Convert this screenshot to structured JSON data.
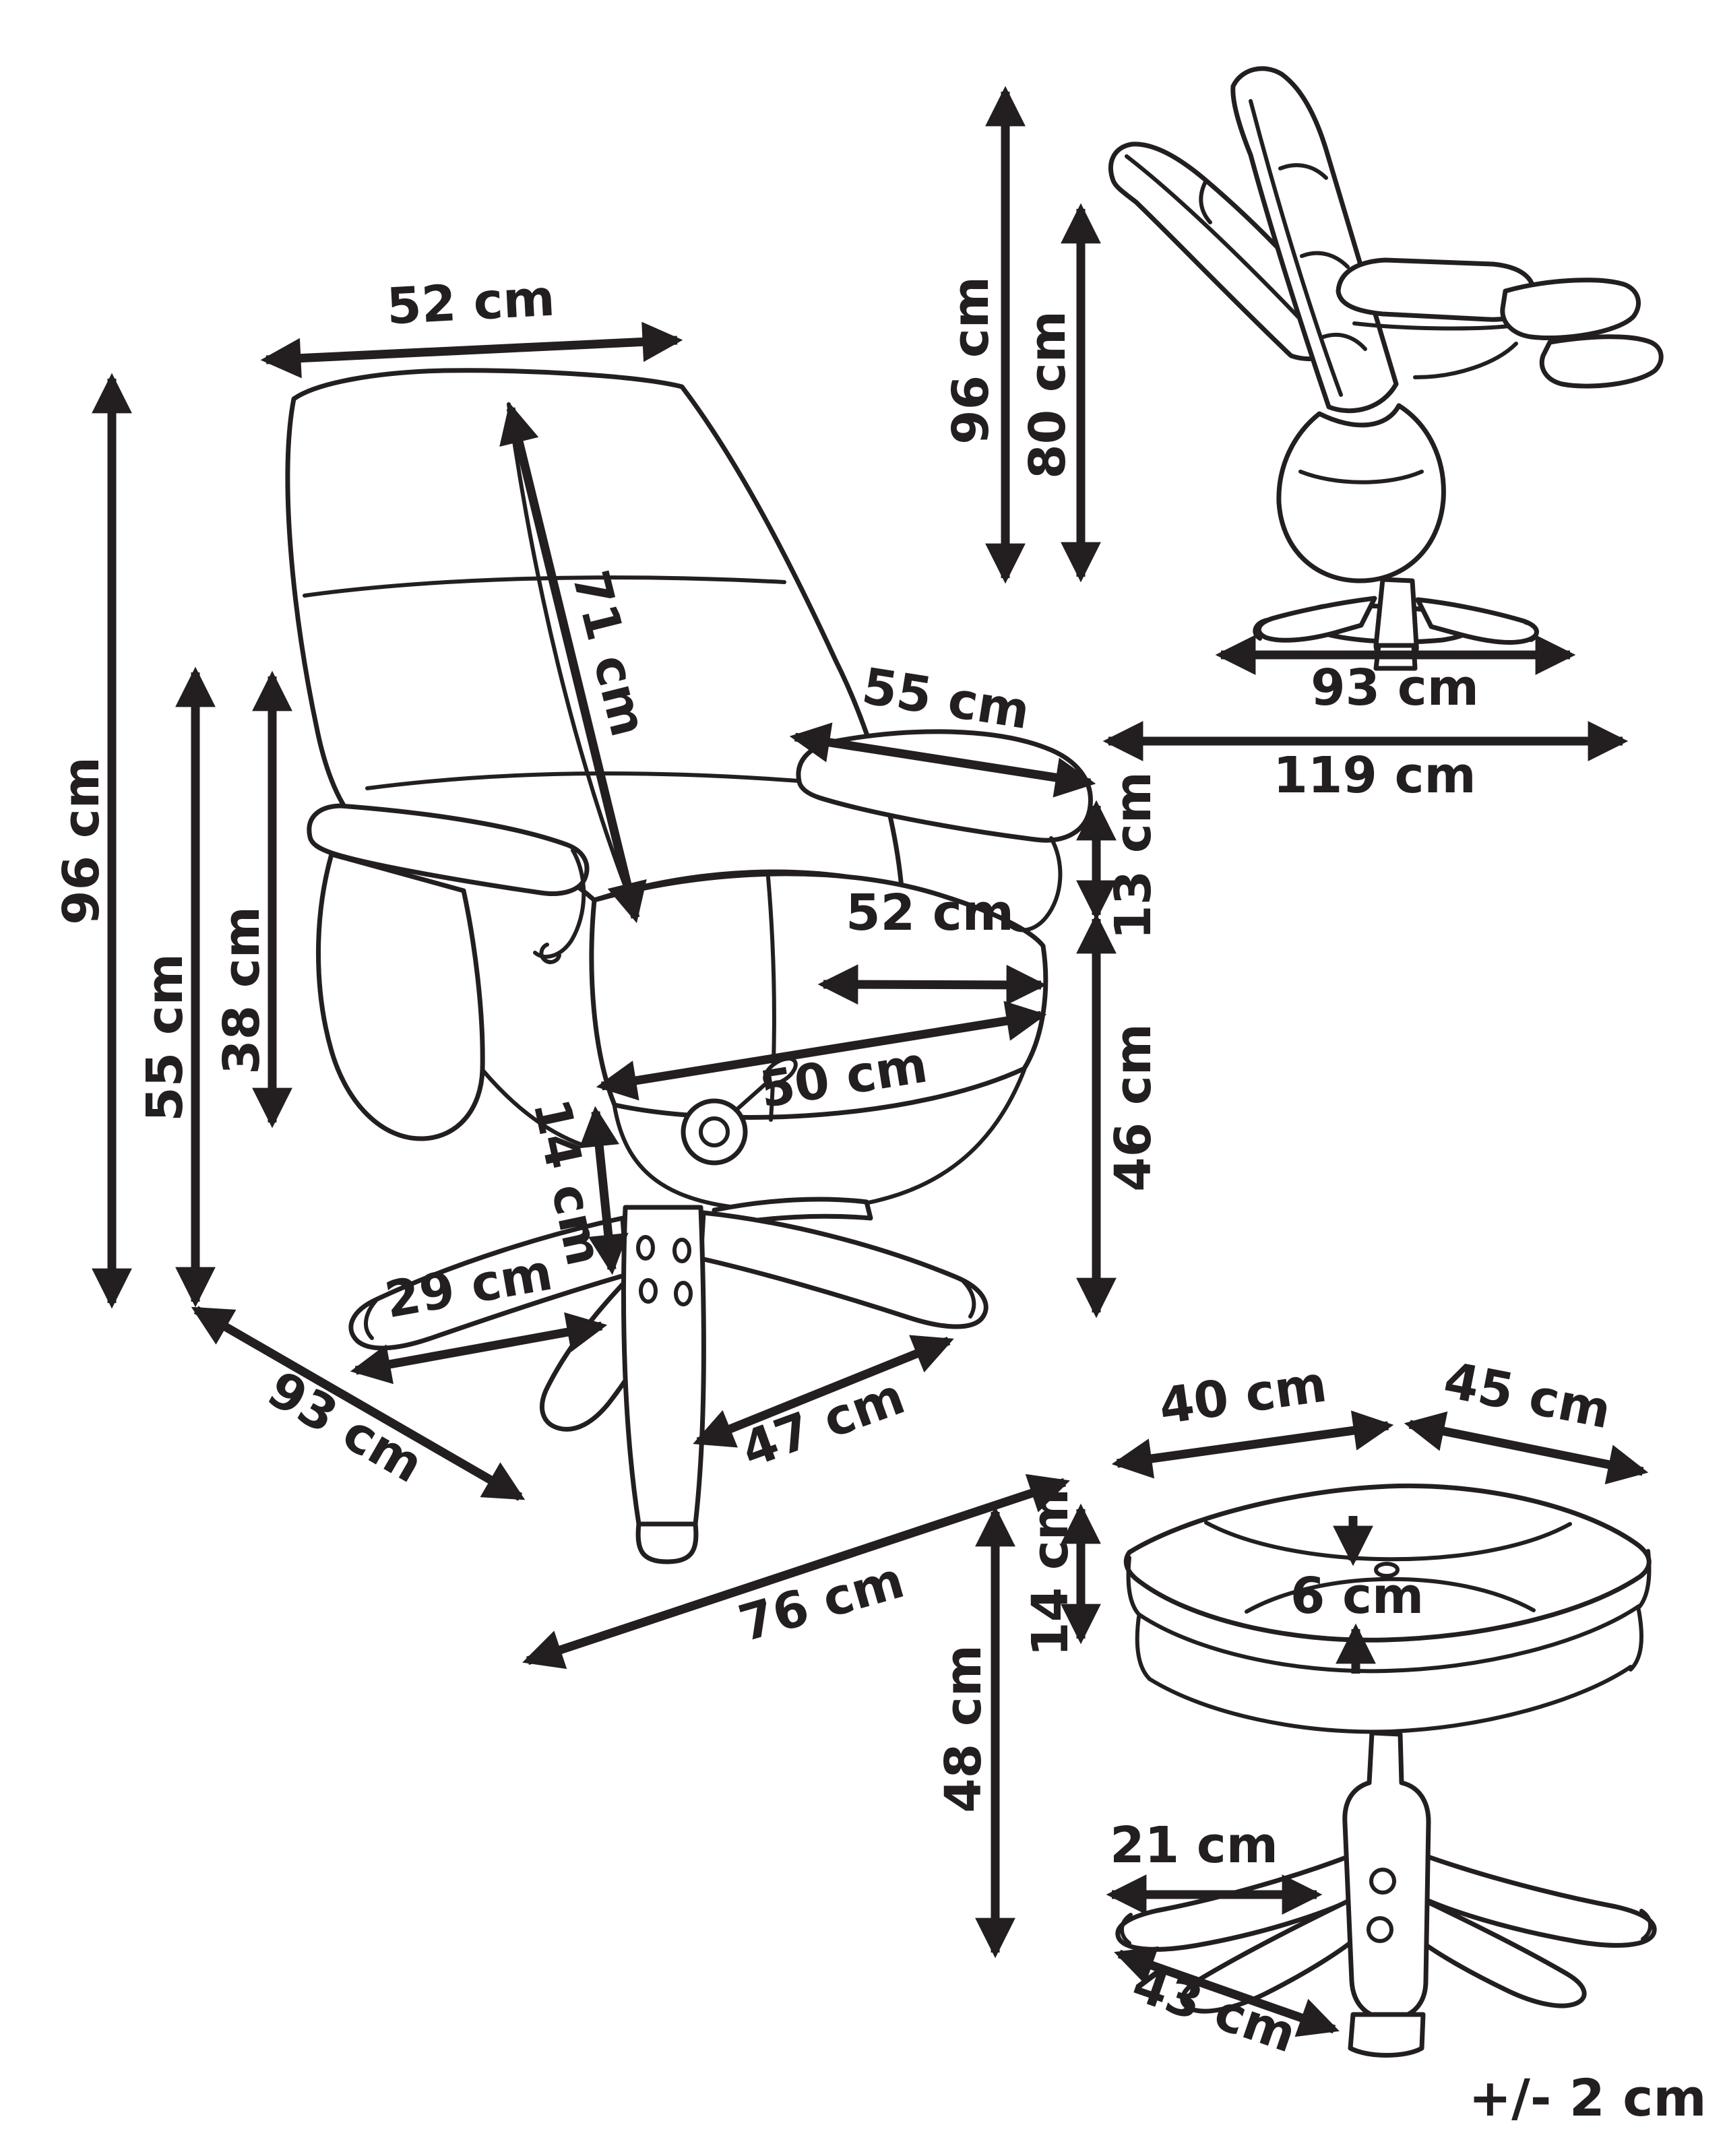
{
  "diagram": {
    "ink_color": "#231f20",
    "background_color": "#ffffff",
    "tolerance_note": "+/- 2 cm",
    "front_view": {
      "title": "recliner armchair - front three-quarter view",
      "dims": {
        "back_top_width": "52 cm",
        "backrest_height": "71 cm",
        "armrest_length": "55 cm",
        "seat_width": "52 cm",
        "seat_depth": "50 cm",
        "seat_cushion_front": "14 cm",
        "armrest_to_seat": "13 cm",
        "seat_height": "46 cm",
        "armrest_height": "38 cm",
        "armrest_top_height": "55 cm",
        "overall_height": "96 cm",
        "base_center_to_leg": "29 cm",
        "base_leg_length": "47 cm",
        "overall_width_bottom": "76 cm",
        "overall_depth_diagonal": "93 cm"
      }
    },
    "reclined_view": {
      "title": "recliner armchair - reclined side view",
      "dims": {
        "overall_height": "96 cm",
        "backrest_reclined_height": "80 cm",
        "base_depth": "93 cm",
        "reclined_overall_depth": "119 cm"
      }
    },
    "ottoman_view": {
      "title": "ottoman - perspective view",
      "dims": {
        "top_edge_left": "40 cm",
        "top_edge_right": "45 cm",
        "cushion_height": "14 cm",
        "cushion_gap": "6 cm",
        "overall_height": "48 cm",
        "base_center_to_leg": "21 cm",
        "base_leg_length": "43 cm"
      }
    }
  }
}
